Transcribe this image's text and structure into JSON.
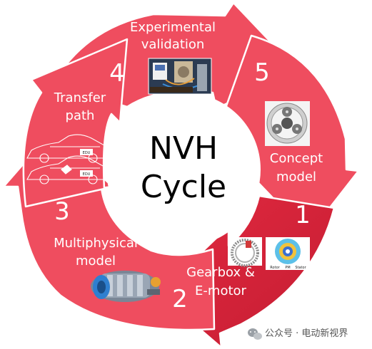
{
  "center": {
    "line1": "NVH",
    "line2": "Cycle"
  },
  "steps": [
    {
      "number": "1",
      "label_line1": "Concept",
      "label_line2": "model"
    },
    {
      "number": "2",
      "label_line1": "Gearbox &",
      "label_line2": "E-motor"
    },
    {
      "number": "3",
      "label_line1": "Multiphysical",
      "label_line2": "model"
    },
    {
      "number": "4",
      "label_line1": "Transfer",
      "label_line2": "path"
    },
    {
      "number": "5",
      "label_line1": "Experimental",
      "label_line2": "validation"
    }
  ],
  "images": {
    "car_badge": "EDU",
    "motor_labels": [
      "Rotor",
      "PM",
      "Stator"
    ]
  },
  "watermark": {
    "text": "公众号 · 电动新视界"
  },
  "colors": {
    "segment_light": "#ef4d5f",
    "segment_highlight": "#d8243a",
    "border": "#ffffff"
  }
}
